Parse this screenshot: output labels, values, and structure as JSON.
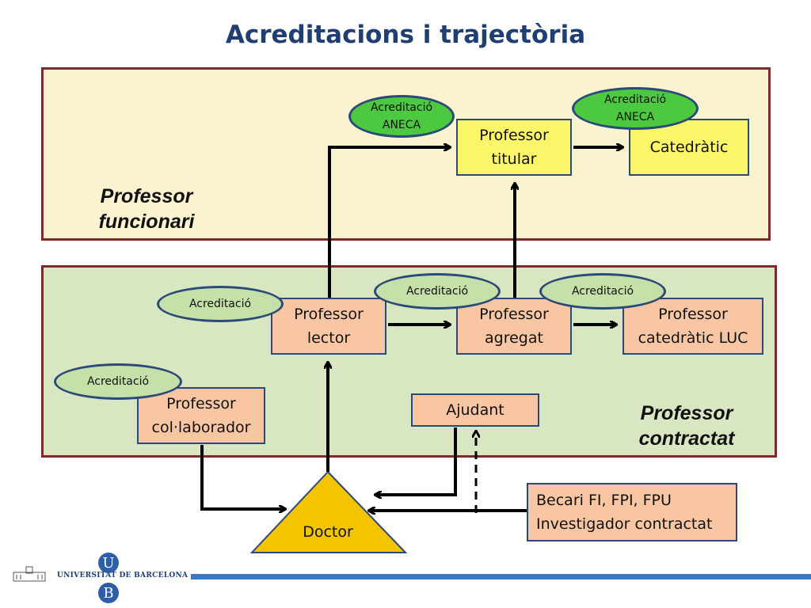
{
  "title": "Acreditacions i trajectòria",
  "regions": {
    "funcionari": "Professor\nfuncionari",
    "contractat": "Professor\ncontractat"
  },
  "boxes": {
    "titular": "Professor\ntitular",
    "catedratic": "Catedràtic",
    "lector": "Professor\nlector",
    "agregat": "Professor\nagregat",
    "catedratic_luc": "Professor\ncatedràtic LUC",
    "collaborador": "Professor\ncol·laborador",
    "ajudant": "Ajudant",
    "becari": "Becari FI, FPI, FPU\nInvestigador contractat",
    "doctor": "Doctor"
  },
  "ellipses": {
    "aneca_1": "Acreditació\nANECA",
    "aneca_2": "Acreditació\nANECA",
    "acr_lector": "Acreditació",
    "acr_agregat": "Acreditació",
    "acr_luc": "Acreditació",
    "acr_collab": "Acreditació"
  },
  "footer": {
    "university": "UNIVERSITAT DE BARCELONA",
    "logo_top": "U",
    "logo_bottom": "B"
  },
  "colors": {
    "title": "#1f3f73",
    "border": "#7b2b2b",
    "funcionari_bg": "#fbf3cf",
    "contractat_bg": "#d9e6c2",
    "yellow_box": "#fbf56a",
    "salmon_box": "#f8c6a2",
    "aneca_green": "#4cc940",
    "acr_green": "#c5e0a8",
    "doctor_fill": "#f5c400"
  }
}
